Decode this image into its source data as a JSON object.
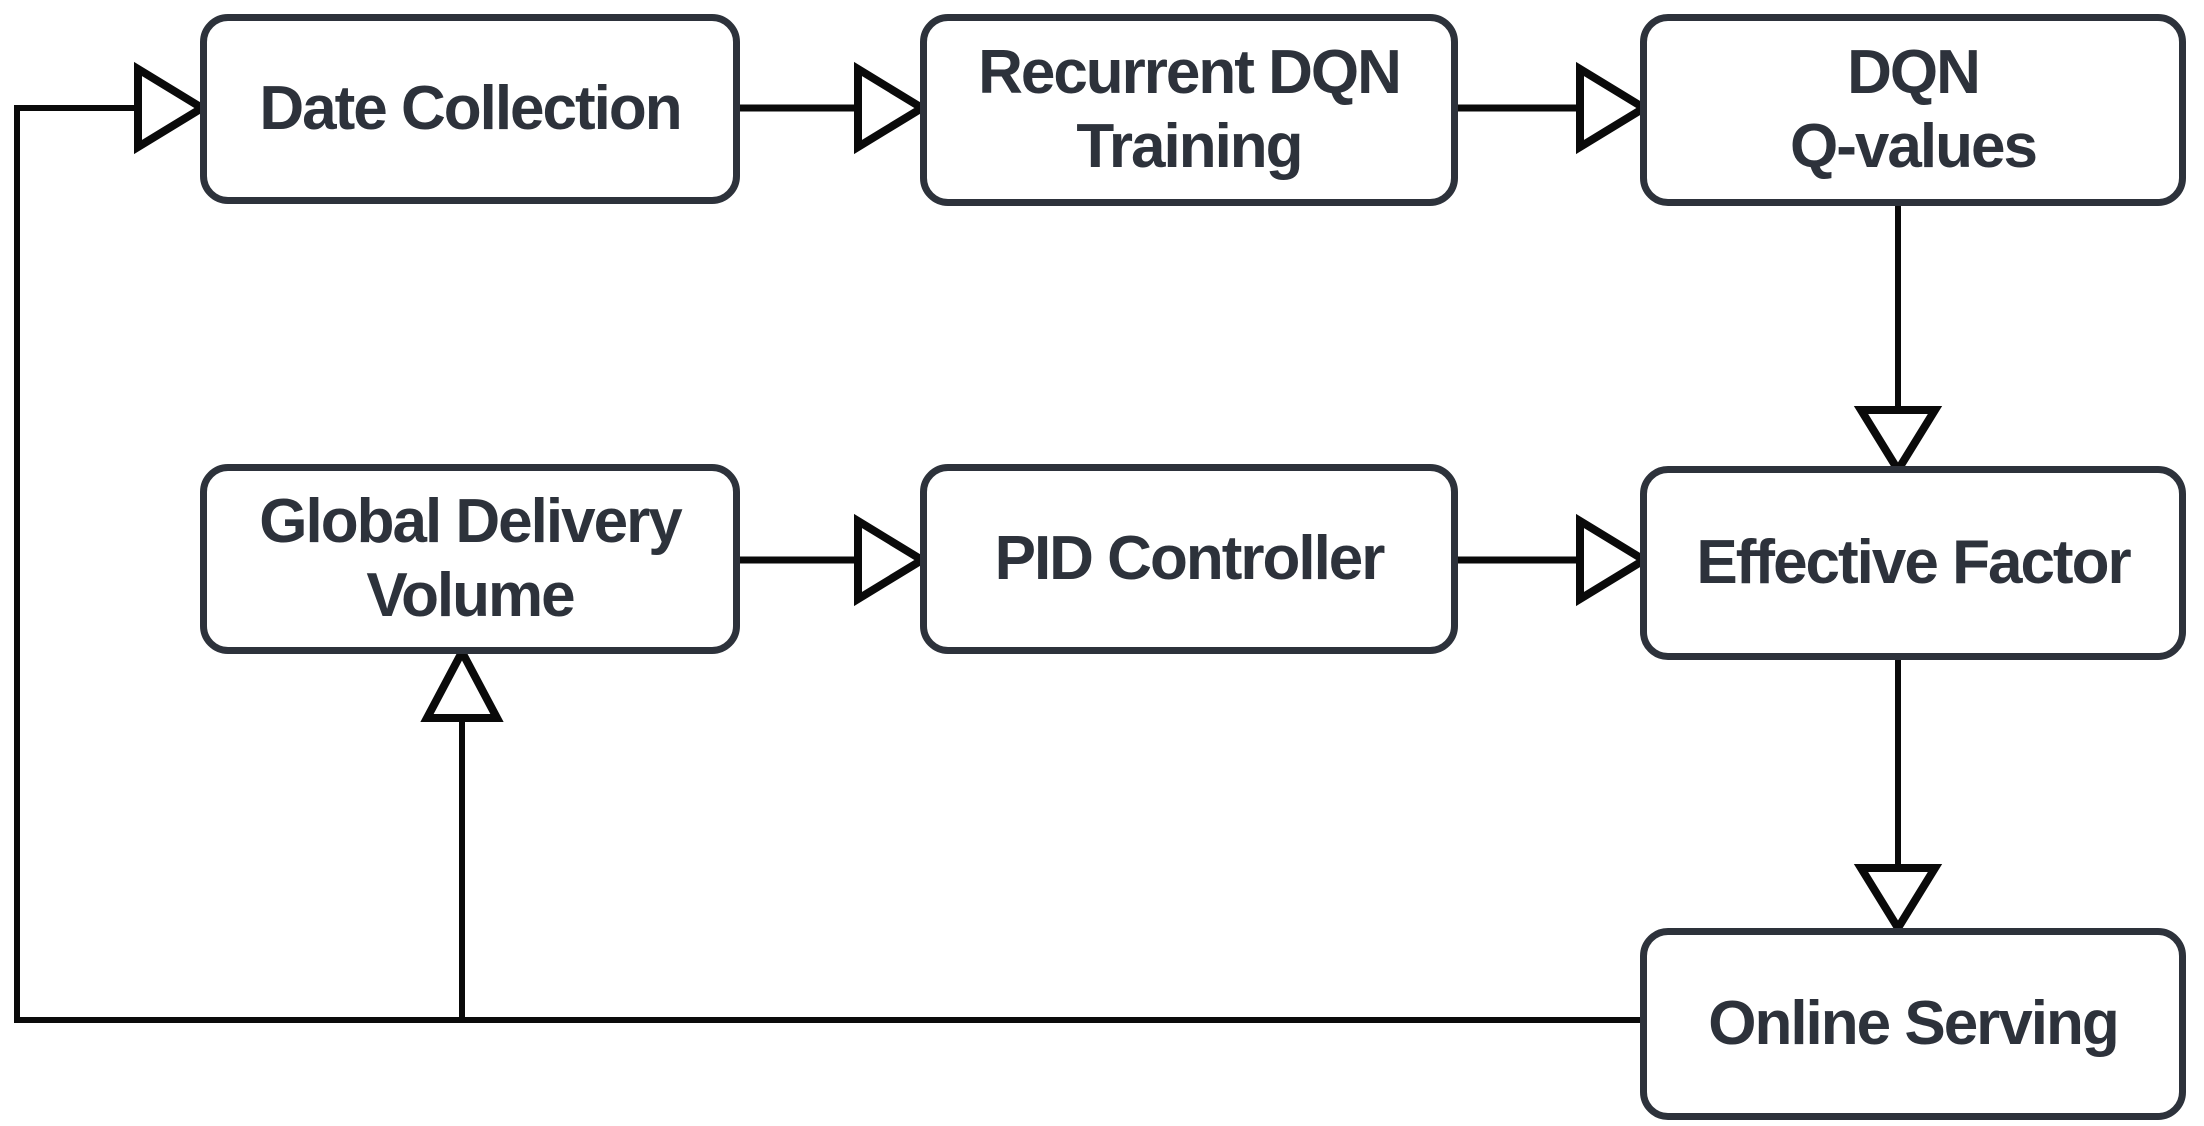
{
  "diagram": {
    "background": "#ffffff",
    "colors": {
      "node_border": "#2d323b",
      "node_text": "#2d323b",
      "edge_line": "#0a0a0a",
      "arrowhead_fill": "#ffffff"
    },
    "nodes": [
      {
        "id": "date-collection",
        "label": "Date Collection"
      },
      {
        "id": "recurrent-dqn-training",
        "label": "Recurrent DQN\nTraining"
      },
      {
        "id": "dqn-q-values",
        "label": "DQN\nQ-values"
      },
      {
        "id": "global-delivery-volume",
        "label": "Global Delivery\nVolume"
      },
      {
        "id": "pid-controller",
        "label": "PID Controller"
      },
      {
        "id": "effective-factor",
        "label": "Effective Factor"
      },
      {
        "id": "online-serving",
        "label": "Online Serving"
      }
    ],
    "edges": [
      {
        "from": "date-collection",
        "to": "recurrent-dqn-training",
        "arrow": "open-triangle"
      },
      {
        "from": "recurrent-dqn-training",
        "to": "dqn-q-values",
        "arrow": "open-triangle"
      },
      {
        "from": "dqn-q-values",
        "to": "effective-factor",
        "arrow": "open-triangle"
      },
      {
        "from": "global-delivery-volume",
        "to": "pid-controller",
        "arrow": "open-triangle"
      },
      {
        "from": "pid-controller",
        "to": "effective-factor",
        "arrow": "open-triangle"
      },
      {
        "from": "effective-factor",
        "to": "online-serving",
        "arrow": "open-triangle"
      },
      {
        "from": "online-serving",
        "to": "date-collection",
        "arrow": "open-triangle"
      },
      {
        "from": "online-serving",
        "to": "global-delivery-volume",
        "arrow": "open-triangle"
      }
    ]
  }
}
